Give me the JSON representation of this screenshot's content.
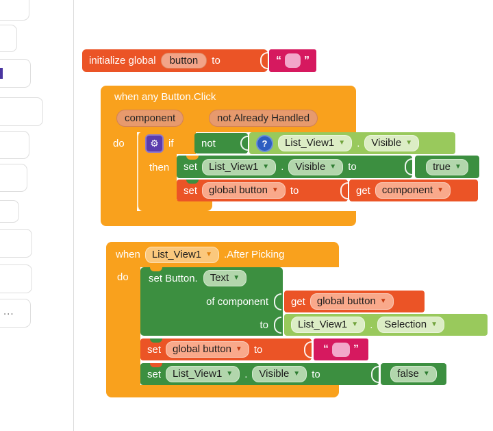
{
  "ui": {
    "dropdown_arrow": "▼",
    "gear_icon": "⚙",
    "question_icon": "?",
    "open_quote": "“",
    "close_quote": "”"
  },
  "colors": {
    "event_orange": "#F9A11D",
    "variable_red": "#EB5426",
    "statement_green": "#3C8F40",
    "getter_green": "#99C95C",
    "string_pink": "#D6195F",
    "mutator_purple": "#5B3CAD",
    "help_blue": "#2D5EC1"
  },
  "palette": {
    "more_label": "..."
  },
  "g1": {
    "label_initialize": "initialize global",
    "var_name": "button",
    "label_to": "to"
  },
  "g2": {
    "title": "when any Button.Click",
    "param_component": "component",
    "param_not_handled": "not Already Handled",
    "label_do": "do",
    "label_if": "if",
    "label_not": "not",
    "label_then": "then",
    "cond": {
      "component": "List_View1",
      "dot": ".",
      "prop": "Visible"
    },
    "set_visible": {
      "set": "set",
      "component": "List_View1",
      "dot": ".",
      "prop": "Visible",
      "to": "to",
      "value": "true"
    },
    "set_var": {
      "set": "set",
      "var": "global button",
      "to": "to",
      "get": "get",
      "value": "component"
    }
  },
  "g3": {
    "label_when": "when",
    "component": "List_View1",
    "event": ".After Picking",
    "label_do": "do",
    "set_text": {
      "label": "set Button.",
      "prop": "Text",
      "of_component": "of component",
      "get": "get",
      "get_var": "global button",
      "to": "to",
      "value_component": "List_View1",
      "dot": ".",
      "value_prop": "Selection"
    },
    "set_var": {
      "set": "set",
      "var": "global button",
      "to": "to"
    },
    "set_visible": {
      "set": "set",
      "component": "List_View1",
      "dot": ".",
      "prop": "Visible",
      "to": "to",
      "value": "false"
    }
  }
}
